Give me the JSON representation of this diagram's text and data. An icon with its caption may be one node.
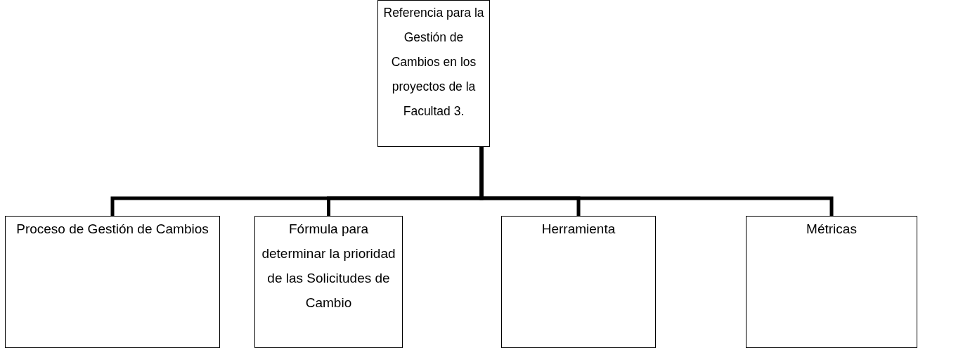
{
  "diagram": {
    "nodes": [
      {
        "text": [
          "Referencia para la Gestión de Cambios en los proyectos de la Facultad 3."
        ]
      },
      {
        "text": [
          "Proceso de Gestión de Cambios"
        ]
      },
      {
        "text": [
          "Fórmula para determinar la prioridad de las Solicitudes de Cambio"
        ]
      },
      {
        "text": [
          "Herramienta"
        ]
      },
      {
        "text": [
          "Métricas"
        ]
      }
    ],
    "edges": [
      {
        "from": 0,
        "to": 1,
        "arrow": "none"
      },
      {
        "from": 0,
        "to": 2,
        "arrow": "none"
      },
      {
        "from": 0,
        "to": 3,
        "arrow": "none"
      },
      {
        "from": 0,
        "to": 4,
        "arrow": "none"
      }
    ]
  }
}
